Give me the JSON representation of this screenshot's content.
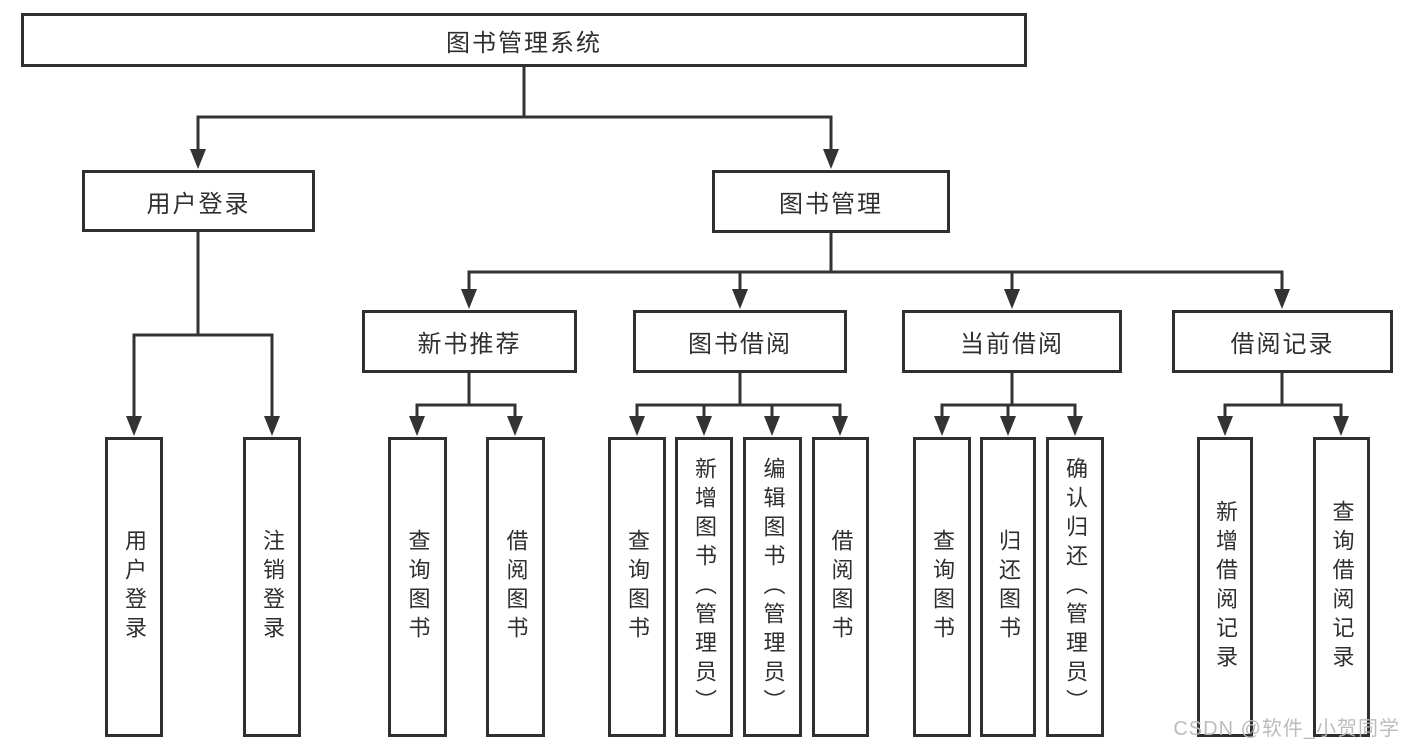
{
  "colors": {
    "line": "#333333",
    "border": "#2f2f2f",
    "text": "#2f2f2f",
    "watermark": "#b9b9b9",
    "background": "#ffffff"
  },
  "watermark": {
    "text": "CSDN @软件_小贺同学"
  },
  "diagram": {
    "type": "tree",
    "root": {
      "label": "图书管理系统",
      "children": [
        {
          "label": "用户登录",
          "children": [
            {
              "label": "用户登录"
            },
            {
              "label": "注销登录"
            }
          ]
        },
        {
          "label": "图书管理",
          "children": [
            {
              "label": "新书推荐",
              "children": [
                {
                  "label": "查询图书"
                },
                {
                  "label": "借阅图书"
                }
              ]
            },
            {
              "label": "图书借阅",
              "children": [
                {
                  "label": "查询图书"
                },
                {
                  "label": "新增图书（管理员）"
                },
                {
                  "label": "编辑图书（管理员）"
                },
                {
                  "label": "借阅图书"
                }
              ]
            },
            {
              "label": "当前借阅",
              "children": [
                {
                  "label": "查询图书"
                },
                {
                  "label": "归还图书"
                },
                {
                  "label": "确认归还（管理员）"
                }
              ]
            },
            {
              "label": "借阅记录",
              "children": [
                {
                  "label": "新增借阅记录"
                },
                {
                  "label": "查询借阅记录"
                }
              ]
            }
          ]
        }
      ]
    }
  }
}
